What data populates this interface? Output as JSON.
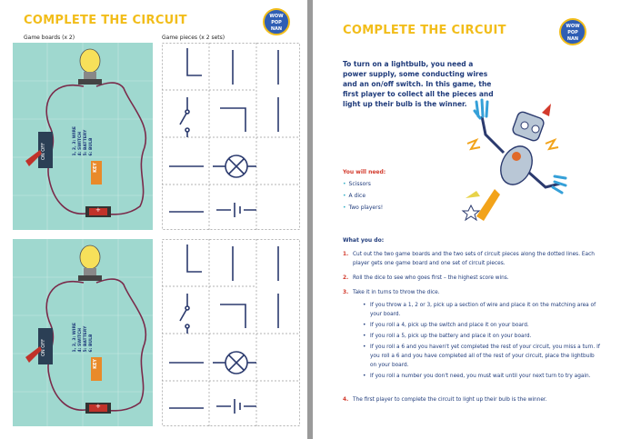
{
  "left_page": {
    "title": "COMPLETE THE CIRCUIT",
    "logo_lines": [
      "WOW",
      "POP",
      "NAN"
    ],
    "game_boards_label": "Game boards (x 2)",
    "game_pieces_label": "Game pieces (x 2 sets)",
    "board": {
      "switch_on": "ON",
      "switch_off": "OFF",
      "key_label": "KEY",
      "key_lines": [
        "1, 2, 3: WIRE",
        "4: SWITCH",
        "5: BATTERY",
        "6: BULB"
      ],
      "battery_mark": "+"
    }
  },
  "right_page": {
    "title": "COMPLETE THE CIRCUIT",
    "logo_lines": [
      "WOW",
      "POP",
      "NAN"
    ],
    "intro": "To turn on a lightbulb, you need a power supply, some conducting wires and an on/off switch. In this game, the first player to collect all the pieces and light up their bulb is the winner.",
    "you_will_need_title": "You will need:",
    "you_will_need": [
      "Scissors",
      "A dice",
      "Two players!"
    ],
    "what_you_do_title": "What you do:",
    "steps": [
      {
        "num": "1.",
        "text": "Cut out the two game boards and the two sets of circuit pieces along the dotted lines. Each player gets one game board and one set of circuit pieces."
      },
      {
        "num": "2.",
        "text": "Roll the dice to see who goes first – the highest score wins."
      },
      {
        "num": "3.",
        "text": "Take it in turns to throw the dice."
      },
      {
        "num": "4.",
        "text": "The first player to complete the circuit to light up their bulb is the winner."
      }
    ],
    "bullets": [
      "If you throw a 1, 2 or 3, pick up a section of wire and place it on the matching area of your board.",
      "If you roll a 4, pick up the switch and place it on your board.",
      "If you roll a 5, pick up the battery and place it on your board.",
      "If you roll a 6 and you haven't yet completed the rest of your circuit, you miss a turn. If you roll a 6 and you have completed all of the rest of your circuit, place the lightbulb on your board.",
      "If you roll a number you don't need, you must wait until your next turn to try again."
    ]
  }
}
